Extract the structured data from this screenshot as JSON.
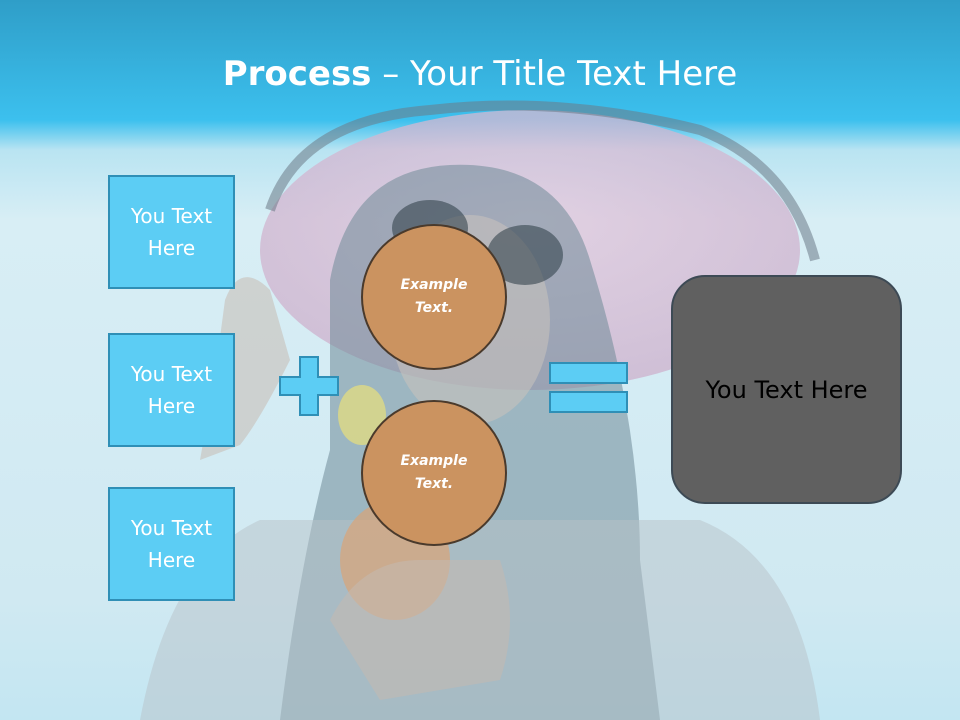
{
  "title": {
    "bold": "Process",
    "rest": " – Your Title Text Here"
  },
  "left_boxes": [
    {
      "text": "You Text\nHere"
    },
    {
      "text": "You Text\nHere"
    },
    {
      "text": "You Text\nHere"
    }
  ],
  "circles": [
    {
      "text": "Example\nText."
    },
    {
      "text": "Example\nText."
    }
  ],
  "result": {
    "text": "You Text Here"
  },
  "colors": {
    "header": "#3cc0ee",
    "box_fill": "#5ccdf4",
    "box_border": "#2f8fb6",
    "circle_fill": "#cb9360",
    "result_fill": "#606060"
  },
  "icons": {
    "operator_1": "plus-icon",
    "operator_2": "equals-icon"
  }
}
